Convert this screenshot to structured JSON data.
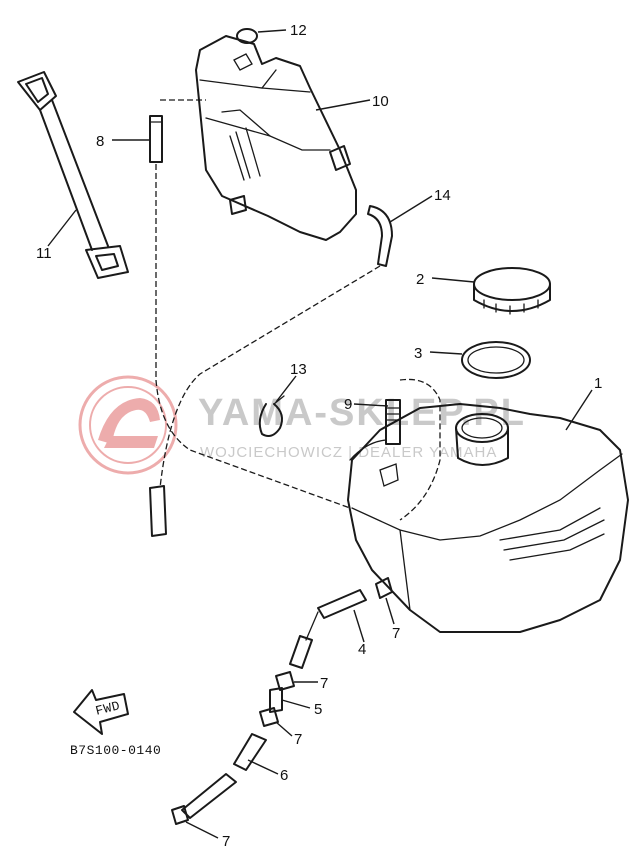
{
  "diagram": {
    "catalog_code": "B7S100-0140",
    "fwd_label": "FWD",
    "watermark": {
      "title": "YAMA-SKLEP.PL",
      "subtitle": "WOJCIECHOWICZ | DEALER YAMAHA",
      "color": "#e06a6a"
    },
    "callouts": {
      "c1": "1",
      "c2": "2",
      "c3": "3",
      "c4": "4",
      "c5": "5",
      "c6": "6",
      "c7a": "7",
      "c7b": "7",
      "c7c": "7",
      "c7d": "7",
      "c8": "8",
      "c9": "9",
      "c10": "10",
      "c11": "11",
      "c12": "12",
      "c13": "13",
      "c14": "14"
    }
  }
}
